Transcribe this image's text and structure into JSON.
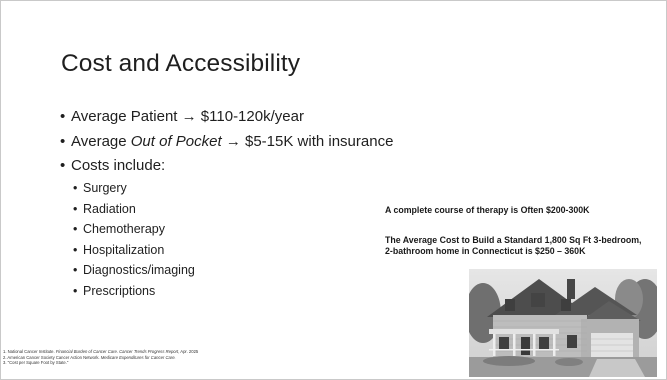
{
  "slide": {
    "title": "Cost and Accessibility",
    "bullets": [
      {
        "text_pre": "Average Patient ",
        "arrow": "→",
        "text_post": " $110-120k/year"
      },
      {
        "text_pre": "Average ",
        "emphasis": "Out of Pocket",
        "arrow": "→",
        "text_post": " $5-15K with insurance"
      },
      {
        "text": "Costs include:"
      }
    ],
    "cost_items": [
      "Surgery",
      "Radiation",
      "Chemotherapy",
      "Hospitalization",
      "Diagnostics/imaging",
      "Prescriptions"
    ],
    "callouts": {
      "therapy_cost": "A complete course of therapy is Often $200-300K",
      "home_cost": "The Average Cost to Build a Standard 1,800 Sq Ft 3-bedroom, 2-bathroom home in Connecticut is $250 – 360K"
    },
    "footnotes": {
      "note1_pre": "1. National Cancer Institute. ",
      "note1_italic": "Financial Burden of Cancer Care. Cancer Trends Progress Report",
      "note1_post": ", Apr. 2025",
      "note2_pre": "2. American Cancer Society Cancer Action Network. ",
      "note2_italic": "Medicare Expenditures for Cancer Care.",
      "note3": "3. \"Cost per Square Foot by State.\""
    },
    "image": {
      "icon": "house-photo"
    }
  }
}
